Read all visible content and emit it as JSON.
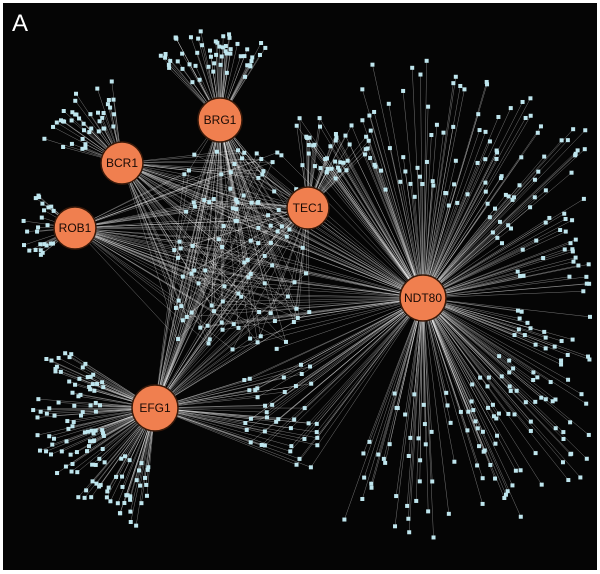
{
  "panel_label": "A",
  "colors": {
    "background": "#050505",
    "hub": "#f07f4f",
    "hub_stroke": "#3a1a0a",
    "target": "#bfe6ee",
    "edge": "#ffffff"
  },
  "hubs": [
    {
      "id": "BRG1",
      "label": "BRG1"
    },
    {
      "id": "BCR1",
      "label": "BCR1"
    },
    {
      "id": "ROB1",
      "label": "ROB1"
    },
    {
      "id": "TEC1",
      "label": "TEC1"
    },
    {
      "id": "NDT80",
      "label": "NDT80"
    },
    {
      "id": "EFG1",
      "label": "EFG1"
    }
  ]
}
